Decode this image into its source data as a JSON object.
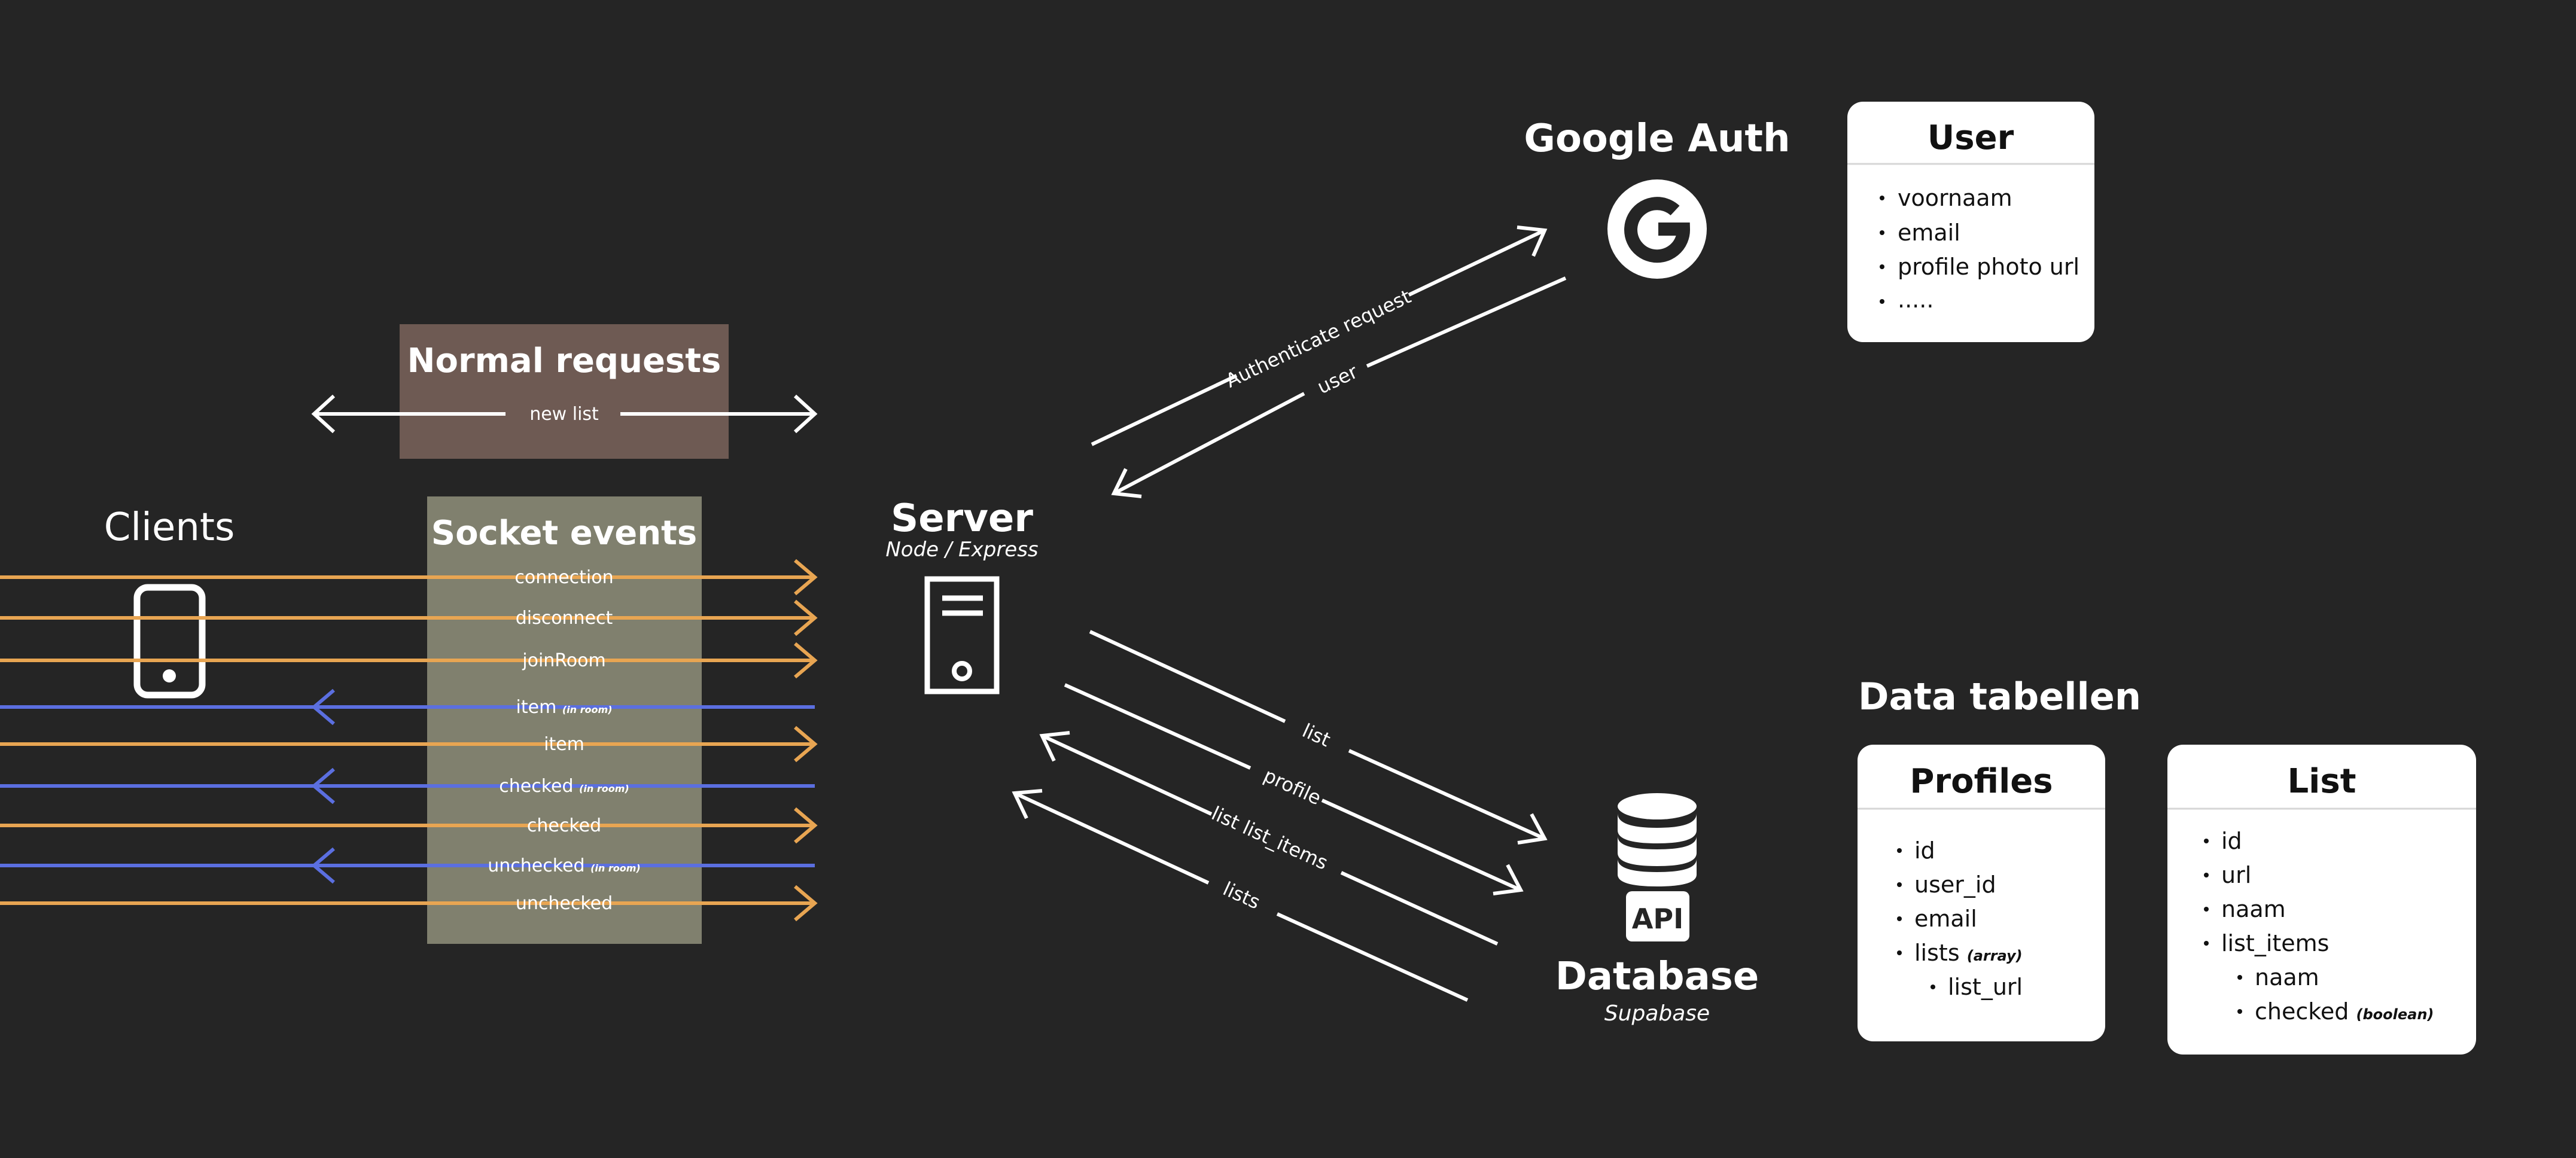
{
  "colors": {
    "background": "#252525",
    "white": "#ffffff",
    "orange": "#e8a552",
    "blue": "#5b6fe0",
    "normal_box": "#6e5a53",
    "socket_box": "#80806e"
  },
  "clients": {
    "label": "Clients",
    "icon": "phone-icon"
  },
  "normal_requests": {
    "title": "Normal requests",
    "flows": [
      {
        "label": "new list",
        "direction": "both",
        "color": "white"
      }
    ]
  },
  "socket_events": {
    "title": "Socket events",
    "events": [
      {
        "label": "connection",
        "note": "",
        "direction": "to-server",
        "color": "orange"
      },
      {
        "label": "disconnect",
        "note": "",
        "direction": "to-server",
        "color": "orange"
      },
      {
        "label": "joinRoom",
        "note": "",
        "direction": "to-server",
        "color": "orange"
      },
      {
        "label": "item",
        "note": "(in room)",
        "direction": "to-client",
        "color": "blue"
      },
      {
        "label": "item",
        "note": "",
        "direction": "to-server",
        "color": "orange"
      },
      {
        "label": "checked",
        "note": "(in room)",
        "direction": "to-client",
        "color": "blue"
      },
      {
        "label": "checked",
        "note": "",
        "direction": "to-server",
        "color": "orange"
      },
      {
        "label": "unchecked",
        "note": "(in room)",
        "direction": "to-client",
        "color": "blue"
      },
      {
        "label": "unchecked",
        "note": "",
        "direction": "to-server",
        "color": "orange"
      }
    ]
  },
  "server": {
    "title": "Server",
    "subtitle": "Node / Express",
    "icon": "server-icon"
  },
  "google_auth": {
    "title": "Google Auth",
    "icon": "google-icon",
    "request_label": "Authenticate request",
    "response_label": "user"
  },
  "database": {
    "title": "Database",
    "subtitle": "Supabase",
    "icon": "database-icon",
    "api_label": "API",
    "flows_to_db": [
      "list",
      "profile"
    ],
    "flows_to_server": [
      "list list_items",
      "lists"
    ]
  },
  "user_card": {
    "title": "User",
    "items": [
      "voornaam",
      "email",
      "profile photo url",
      "....."
    ]
  },
  "data_tables": {
    "heading": "Data tabellen",
    "profiles": {
      "title": "Profiles",
      "items": [
        "id",
        "user_id",
        "email",
        "lists",
        "list_url"
      ],
      "lists_note": "(array)"
    },
    "list": {
      "title": "List",
      "items": [
        "id",
        "url",
        "naam",
        "list_items",
        "naam",
        "checked"
      ],
      "checked_note": "(boolean)"
    }
  }
}
